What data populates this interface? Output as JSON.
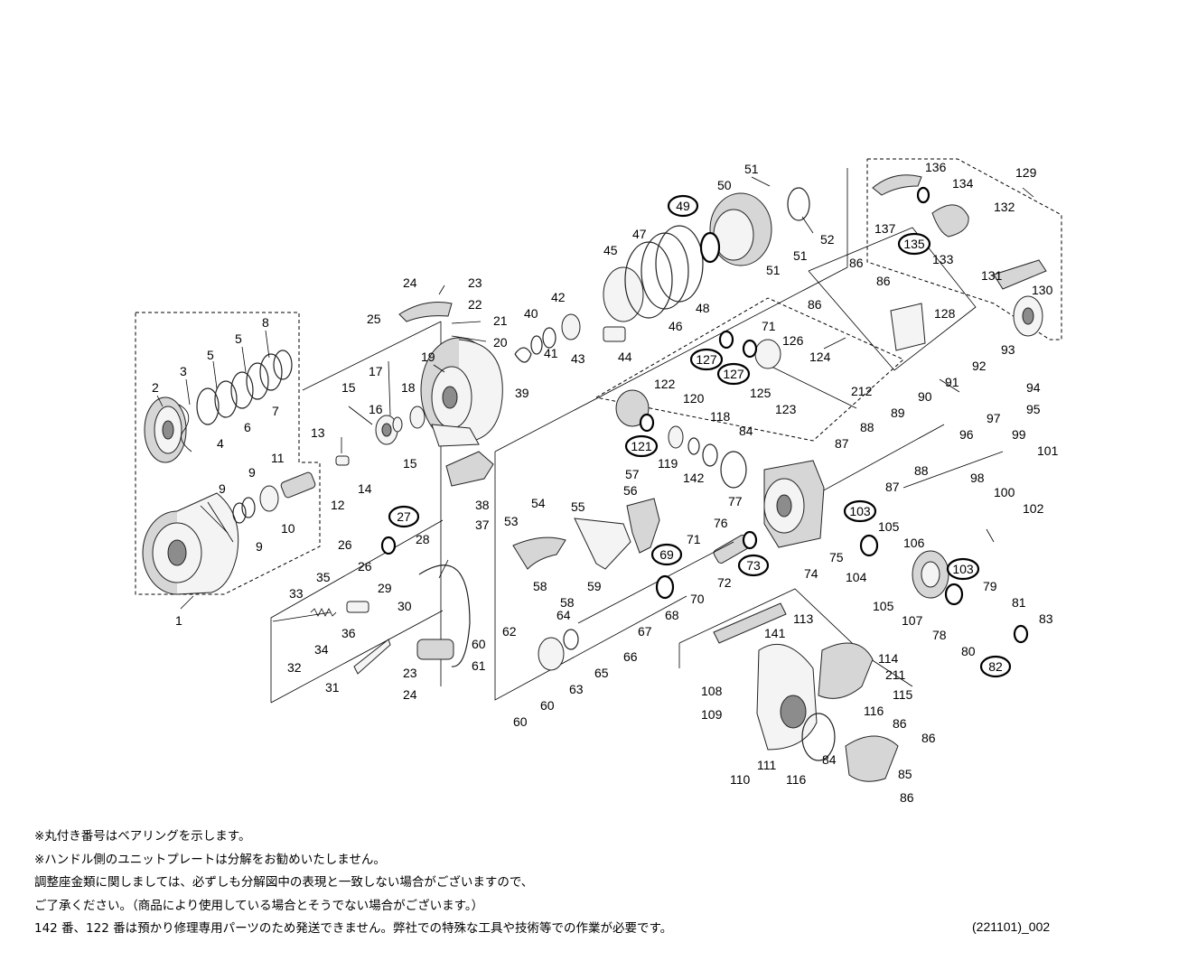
{
  "diagram": {
    "labels": [
      {
        "id": "p1",
        "text": "1"
      },
      {
        "id": "p2",
        "text": "2"
      },
      {
        "id": "p3",
        "text": "3"
      },
      {
        "id": "p4",
        "text": "4"
      },
      {
        "id": "p5a",
        "text": "5"
      },
      {
        "id": "p5b",
        "text": "5"
      },
      {
        "id": "p6",
        "text": "6"
      },
      {
        "id": "p7",
        "text": "7"
      },
      {
        "id": "p8",
        "text": "8"
      },
      {
        "id": "p9a",
        "text": "9"
      },
      {
        "id": "p9b",
        "text": "9"
      },
      {
        "id": "p9c",
        "text": "9"
      },
      {
        "id": "p10",
        "text": "10"
      },
      {
        "id": "p11",
        "text": "11"
      },
      {
        "id": "p12",
        "text": "12"
      },
      {
        "id": "p13",
        "text": "13"
      },
      {
        "id": "p14",
        "text": "14"
      },
      {
        "id": "p15a",
        "text": "15"
      },
      {
        "id": "p15b",
        "text": "15"
      },
      {
        "id": "p16",
        "text": "16"
      },
      {
        "id": "p17",
        "text": "17"
      },
      {
        "id": "p18",
        "text": "18"
      },
      {
        "id": "p19",
        "text": "19"
      },
      {
        "id": "p20",
        "text": "20"
      },
      {
        "id": "p21",
        "text": "21"
      },
      {
        "id": "p22",
        "text": "22"
      },
      {
        "id": "p23a",
        "text": "23"
      },
      {
        "id": "p23b",
        "text": "23"
      },
      {
        "id": "p24a",
        "text": "24"
      },
      {
        "id": "p24b",
        "text": "24"
      },
      {
        "id": "p25",
        "text": "25"
      },
      {
        "id": "p26a",
        "text": "26"
      },
      {
        "id": "p26b",
        "text": "26"
      },
      {
        "id": "p28",
        "text": "28"
      },
      {
        "id": "p29",
        "text": "29"
      },
      {
        "id": "p30",
        "text": "30"
      },
      {
        "id": "p31",
        "text": "31"
      },
      {
        "id": "p32",
        "text": "32"
      },
      {
        "id": "p33",
        "text": "33"
      },
      {
        "id": "p34",
        "text": "34"
      },
      {
        "id": "p35",
        "text": "35"
      },
      {
        "id": "p36",
        "text": "36"
      },
      {
        "id": "p37",
        "text": "37"
      },
      {
        "id": "p38",
        "text": "38"
      },
      {
        "id": "p39",
        "text": "39"
      },
      {
        "id": "p40",
        "text": "40"
      },
      {
        "id": "p41",
        "text": "41"
      },
      {
        "id": "p42",
        "text": "42"
      },
      {
        "id": "p43",
        "text": "43"
      },
      {
        "id": "p44",
        "text": "44"
      },
      {
        "id": "p45",
        "text": "45"
      },
      {
        "id": "p46",
        "text": "46"
      },
      {
        "id": "p47",
        "text": "47"
      },
      {
        "id": "p48",
        "text": "48"
      },
      {
        "id": "p50",
        "text": "50"
      },
      {
        "id": "p51a",
        "text": "51"
      },
      {
        "id": "p51b",
        "text": "51"
      },
      {
        "id": "p51c",
        "text": "51"
      },
      {
        "id": "p52",
        "text": "52"
      },
      {
        "id": "p53",
        "text": "53"
      },
      {
        "id": "p54",
        "text": "54"
      },
      {
        "id": "p55",
        "text": "55"
      },
      {
        "id": "p56",
        "text": "56"
      },
      {
        "id": "p57",
        "text": "57"
      },
      {
        "id": "p58a",
        "text": "58"
      },
      {
        "id": "p58b",
        "text": "58"
      },
      {
        "id": "p59",
        "text": "59"
      },
      {
        "id": "p60a",
        "text": "60"
      },
      {
        "id": "p60b",
        "text": "60"
      },
      {
        "id": "p60c",
        "text": "60"
      },
      {
        "id": "p61",
        "text": "61"
      },
      {
        "id": "p62",
        "text": "62"
      },
      {
        "id": "p63",
        "text": "63"
      },
      {
        "id": "p64",
        "text": "64"
      },
      {
        "id": "p65",
        "text": "65"
      },
      {
        "id": "p66",
        "text": "66"
      },
      {
        "id": "p67",
        "text": "67"
      },
      {
        "id": "p68",
        "text": "68"
      },
      {
        "id": "p70",
        "text": "70"
      },
      {
        "id": "p71a",
        "text": "71"
      },
      {
        "id": "p71b",
        "text": "71"
      },
      {
        "id": "p72",
        "text": "72"
      },
      {
        "id": "p74",
        "text": "74"
      },
      {
        "id": "p75",
        "text": "75"
      },
      {
        "id": "p76",
        "text": "76"
      },
      {
        "id": "p77",
        "text": "77"
      },
      {
        "id": "p78",
        "text": "78"
      },
      {
        "id": "p79",
        "text": "79"
      },
      {
        "id": "p80",
        "text": "80"
      },
      {
        "id": "p81",
        "text": "81"
      },
      {
        "id": "p83",
        "text": "83"
      },
      {
        "id": "p84a",
        "text": "84"
      },
      {
        "id": "p84b",
        "text": "84"
      },
      {
        "id": "p85",
        "text": "85"
      },
      {
        "id": "p86a",
        "text": "86"
      },
      {
        "id": "p86b",
        "text": "86"
      },
      {
        "id": "p86c",
        "text": "86"
      },
      {
        "id": "p86d",
        "text": "86"
      },
      {
        "id": "p86e",
        "text": "86"
      },
      {
        "id": "p86f",
        "text": "86"
      },
      {
        "id": "p87a",
        "text": "87"
      },
      {
        "id": "p87b",
        "text": "87"
      },
      {
        "id": "p88a",
        "text": "88"
      },
      {
        "id": "p88b",
        "text": "88"
      },
      {
        "id": "p89",
        "text": "89"
      },
      {
        "id": "p90",
        "text": "90"
      },
      {
        "id": "p91",
        "text": "91"
      },
      {
        "id": "p92",
        "text": "92"
      },
      {
        "id": "p93",
        "text": "93"
      },
      {
        "id": "p94",
        "text": "94"
      },
      {
        "id": "p95",
        "text": "95"
      },
      {
        "id": "p96",
        "text": "96"
      },
      {
        "id": "p97",
        "text": "97"
      },
      {
        "id": "p98",
        "text": "98"
      },
      {
        "id": "p99",
        "text": "99"
      },
      {
        "id": "p100",
        "text": "100"
      },
      {
        "id": "p101",
        "text": "101"
      },
      {
        "id": "p102",
        "text": "102"
      },
      {
        "id": "p104",
        "text": "104"
      },
      {
        "id": "p105a",
        "text": "105"
      },
      {
        "id": "p105b",
        "text": "105"
      },
      {
        "id": "p106",
        "text": "106"
      },
      {
        "id": "p107",
        "text": "107"
      },
      {
        "id": "p108",
        "text": "108"
      },
      {
        "id": "p109",
        "text": "109"
      },
      {
        "id": "p110",
        "text": "110"
      },
      {
        "id": "p111",
        "text": "111"
      },
      {
        "id": "p113",
        "text": "113"
      },
      {
        "id": "p114",
        "text": "114"
      },
      {
        "id": "p115",
        "text": "115"
      },
      {
        "id": "p116a",
        "text": "116"
      },
      {
        "id": "p116b",
        "text": "116"
      },
      {
        "id": "p118",
        "text": "118"
      },
      {
        "id": "p119",
        "text": "119"
      },
      {
        "id": "p120",
        "text": "120"
      },
      {
        "id": "p122",
        "text": "122"
      },
      {
        "id": "p123",
        "text": "123"
      },
      {
        "id": "p124",
        "text": "124"
      },
      {
        "id": "p125",
        "text": "125"
      },
      {
        "id": "p126",
        "text": "126"
      },
      {
        "id": "p128",
        "text": "128"
      },
      {
        "id": "p129",
        "text": "129"
      },
      {
        "id": "p130",
        "text": "130"
      },
      {
        "id": "p131",
        "text": "131"
      },
      {
        "id": "p132",
        "text": "132"
      },
      {
        "id": "p133",
        "text": "133"
      },
      {
        "id": "p134",
        "text": "134"
      },
      {
        "id": "p136",
        "text": "136"
      },
      {
        "id": "p137",
        "text": "137"
      },
      {
        "id": "p141",
        "text": "141"
      },
      {
        "id": "p142",
        "text": "142"
      },
      {
        "id": "p211",
        "text": "211"
      },
      {
        "id": "p212",
        "text": "212"
      }
    ],
    "bearings": [
      {
        "id": "b27",
        "text": "27"
      },
      {
        "id": "b49",
        "text": "49"
      },
      {
        "id": "b69",
        "text": "69"
      },
      {
        "id": "b73",
        "text": "73"
      },
      {
        "id": "b82",
        "text": "82"
      },
      {
        "id": "b103a",
        "text": "103"
      },
      {
        "id": "b103b",
        "text": "103"
      },
      {
        "id": "b121",
        "text": "121"
      },
      {
        "id": "b127a",
        "text": "127"
      },
      {
        "id": "b127b",
        "text": "127"
      },
      {
        "id": "b135",
        "text": "135"
      }
    ]
  },
  "notes": [
    "※丸付き番号はベアリングを示します。",
    "※ハンドル側のユニットプレートは分解をお勧めいたしません。",
    "調整座金類に関しましては、必ずしも分解図中の表現と一致しない場合がございますので、",
    "ご了承ください。（商品により使用している場合とそうでない場合がございます。）",
    "142 番、122 番は預かり修理専用パーツのため発送できません。弊社での特殊な工具や技術等での作業が必要です。"
  ],
  "doc_code": "(221101)_002"
}
